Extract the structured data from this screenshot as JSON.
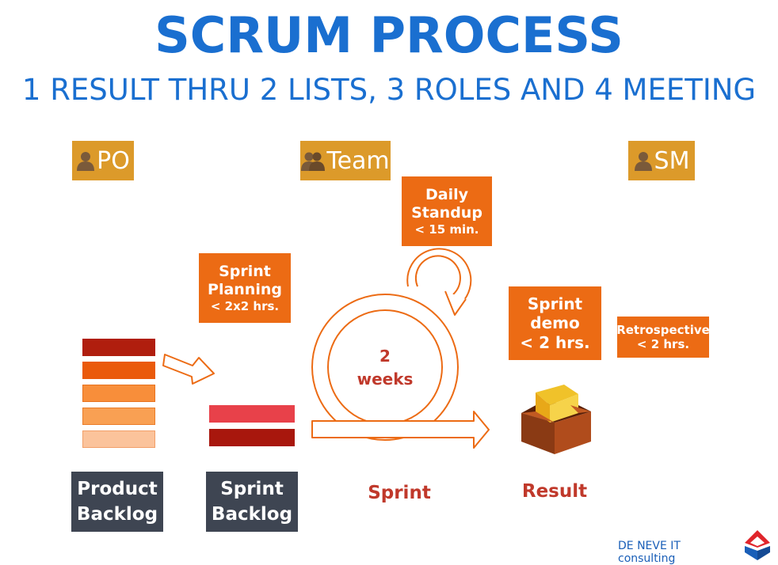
{
  "title": "SCRUM PROCESS",
  "subtitle": "1 RESULT THRU 2 LISTS, 3 ROLES AND 4 MEETING",
  "roles": {
    "po": "PO",
    "team": "Team",
    "sm": "SM"
  },
  "meetings": {
    "standup": {
      "line1": "Daily",
      "line2": "Standup",
      "line3": "< 15 min."
    },
    "planning": {
      "line1": "Sprint",
      "line2": "Planning",
      "line3": "< 2x2 hrs."
    },
    "demo": {
      "line1": "Sprint",
      "line2": "demo",
      "line3": "< 2 hrs."
    },
    "retro": {
      "line1": "Retrospective",
      "line2": "< 2 hrs."
    }
  },
  "sprint_cycle": {
    "line1": "2",
    "line2": "weeks"
  },
  "lists": {
    "product_backlog": {
      "line1": "Product",
      "line2": "Backlog"
    },
    "sprint_backlog": {
      "line1": "Sprint",
      "line2": "Backlog"
    }
  },
  "labels": {
    "sprint": "Sprint",
    "result": "Result"
  },
  "footer": "DE NEVE IT consulting",
  "colors": {
    "title": "#1a6fd0",
    "role_bg": "#dc9a2a",
    "meeting_bg": "#ec6b14",
    "list_bg": "#3e4552",
    "label_red": "#c0392b",
    "backlog_bars": [
      "#b01e0e",
      "#ea5a0b",
      "#f88e3a",
      "#f9a053",
      "#fbc39b"
    ],
    "sprint_bars": [
      "#e8414a",
      "#a8170d"
    ]
  },
  "icons": [
    "person-icon",
    "people-icon",
    "box-icon",
    "logo-icon",
    "cycle-arrow",
    "loop-arrow",
    "arrow-icon"
  ]
}
